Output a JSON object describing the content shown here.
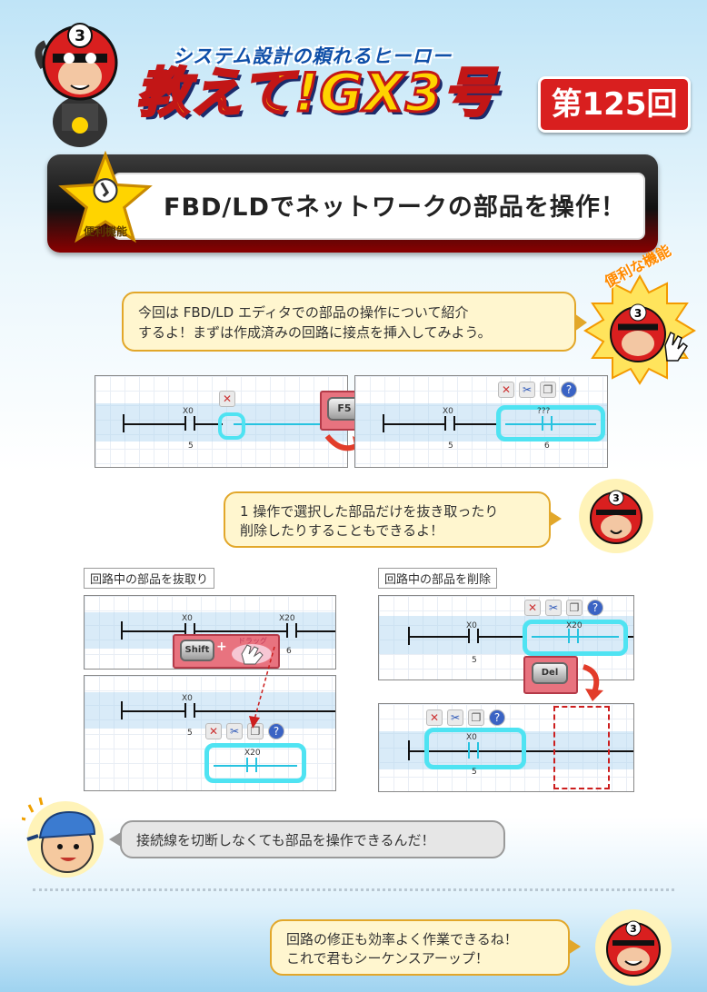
{
  "header": {
    "subtitle": "システム設計の頼れるヒーロー",
    "title": "教えて!GX3号",
    "episode": "第125回"
  },
  "topic": {
    "badge_label": "便利機能",
    "title": "FBD/LDでネットワークの部品を操作！"
  },
  "convenient_badge": "便利な機能",
  "bubbles": {
    "intro_line1": "今回は FBD/LD エディタでの部品の操作について紹介",
    "intro_line2": "するよ！まずは作成済みの回路に接点を挿入してみよう。",
    "one_op_line1": "1 操作で選択した部品だけを抜き取ったり",
    "one_op_line2": "削除したりすることもできるよ！",
    "no_cut": "接続線を切断しなくても部品を操作できるんだ！",
    "end_line1": "回路の修正も効率よく作業できるね！",
    "end_line2": "これで君もシーケンスアーップ！"
  },
  "sections": {
    "extract": "回路中の部品を抜取り",
    "delete": "回路中の部品を削除"
  },
  "keys": {
    "f5": "F5",
    "shift": "Shift",
    "plus": "+",
    "drag": "ドラッグ",
    "del": "Del"
  },
  "ladder": {
    "x0": "X0",
    "x20": "X20",
    "num5": "5",
    "num6": "6",
    "unknown": "???",
    "hero_number": "3"
  },
  "colors": {
    "accent_red": "#d91f1f",
    "title_yellow": "#ffd400",
    "highlight_cyan": "#4fe3f2",
    "bubble_yellow": "#fff6cf"
  },
  "icons": [
    "delete-icon",
    "cut-icon",
    "copy-icon",
    "help-icon"
  ]
}
